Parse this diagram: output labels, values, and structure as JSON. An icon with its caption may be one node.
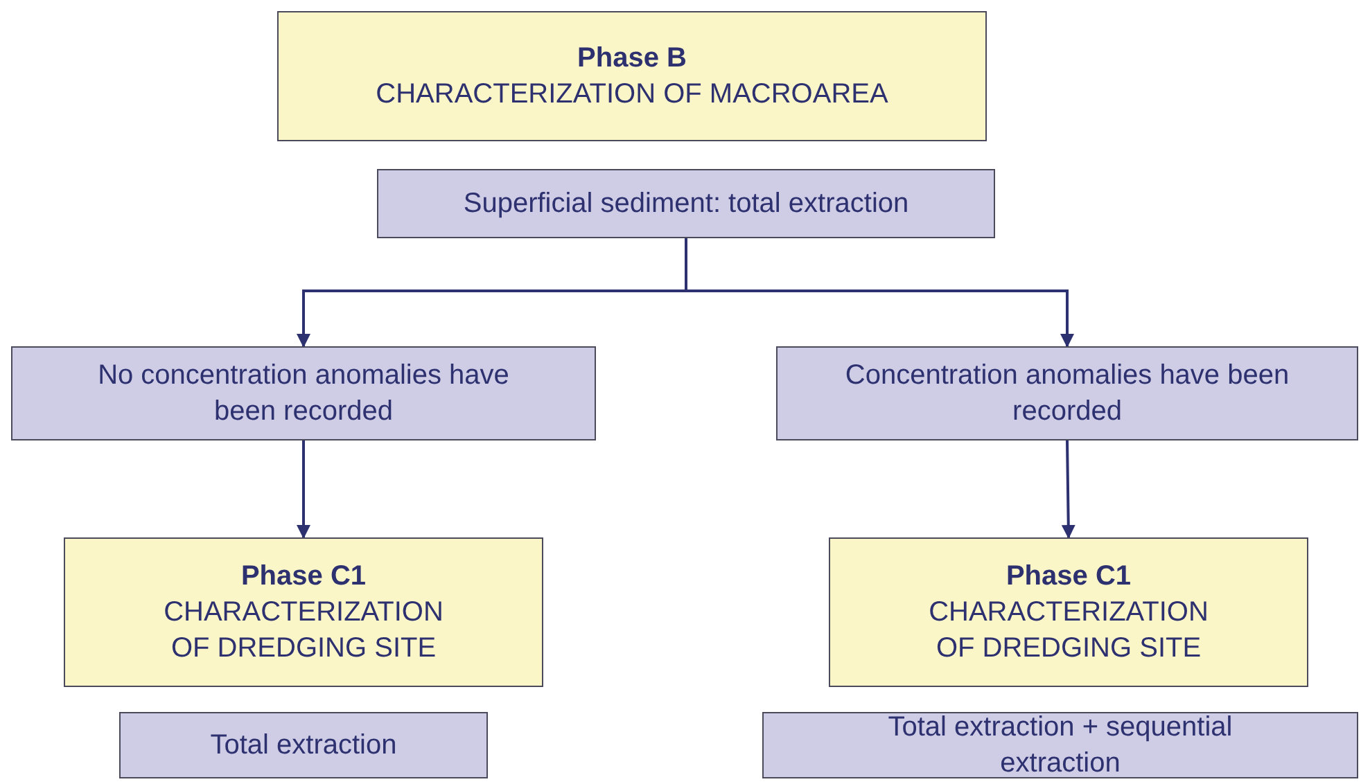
{
  "diagram": {
    "nodes": [
      {
        "text": [
          "Phase B",
          "CHARACTERIZATION OF MACROAREA"
        ]
      },
      {
        "text": [
          "Superficial sediment: total extraction"
        ]
      },
      {
        "text": [
          "No concentration anomalies have been recorded"
        ]
      },
      {
        "text": [
          "Concentration anomalies have been recorded"
        ]
      },
      {
        "text": [
          "Phase C1",
          "CHARACTERIZATION OF DREDGING SITE"
        ]
      },
      {
        "text": [
          "Phase C1",
          "CHARACTERIZATION OF DREDGING SITE"
        ]
      },
      {
        "text": [
          "Total extraction"
        ]
      },
      {
        "text": [
          "Total extraction + sequential extraction"
        ]
      }
    ],
    "edges": [
      {
        "from": 1,
        "to": 2,
        "arrow": "to"
      },
      {
        "from": 1,
        "to": 3,
        "arrow": "to"
      },
      {
        "from": 2,
        "to": 4,
        "arrow": "to"
      },
      {
        "from": 3,
        "to": 5,
        "arrow": "to"
      }
    ]
  }
}
